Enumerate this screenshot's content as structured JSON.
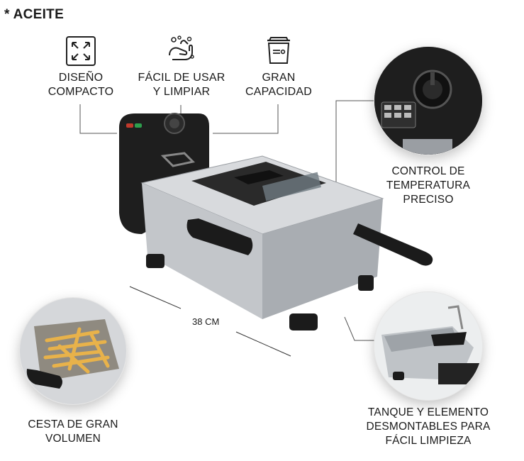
{
  "header": {
    "title": "* ACEITE"
  },
  "features": [
    {
      "label": "DISEÑO\nCOMPACTO",
      "icon": "expand-arrows-icon"
    },
    {
      "label": "FÁCIL DE USAR\nY LIMPIAR",
      "icon": "hand-wash-icon"
    },
    {
      "label": "GRAN\nCAPACIDAD",
      "icon": "pot-icon"
    }
  ],
  "callouts": {
    "temperature": "CONTROL DE\nTEMPERATURA\nPRECISO",
    "basket": "CESTA DE GRAN\nVOLUMEN",
    "tank": "TANQUE Y ELEMENTO\nDESMONTABLES PARA\nFÁCIL LIMPIEZA"
  },
  "dimension": {
    "width_label": "38 CM"
  },
  "colors": {
    "text": "#1a1a1a",
    "steel": "#c9ccd0",
    "body_black": "#1e1e1e",
    "fries": "#e8b24a"
  }
}
